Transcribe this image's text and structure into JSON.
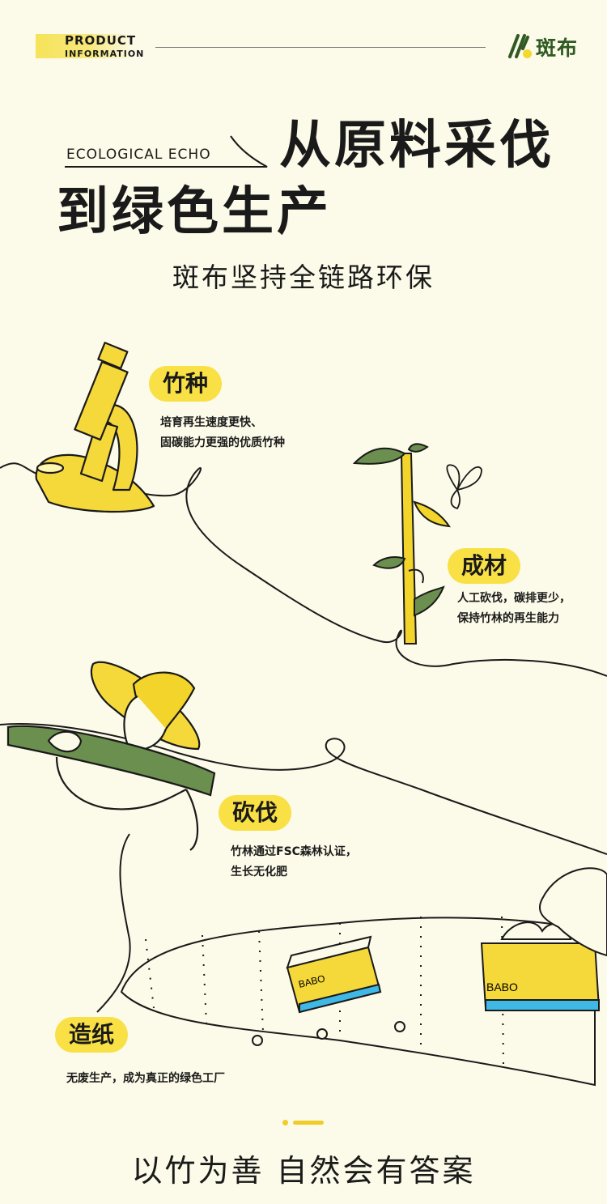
{
  "header": {
    "badge_line1": "PRODUCT",
    "badge_line2": "INFORMATION",
    "brand_name": "斑布"
  },
  "hero": {
    "eco_label": "ECOLOGICAL ECHO",
    "title_line1": "从原料采伐",
    "title_line2": "到绿色生产",
    "subtitle": "斑布坚持全链路环保"
  },
  "steps": [
    {
      "title": "竹种",
      "lines": [
        "培育再生速度更快、",
        "固碳能力更强的优质竹种"
      ]
    },
    {
      "title": "成材",
      "lines": [
        "人工砍伐，碳排更少，",
        "保持竹林的再生能力"
      ]
    },
    {
      "title": "砍伐",
      "lines": [
        "竹林通过FSC森林认证，",
        "生长无化肥"
      ]
    },
    {
      "title": "造纸",
      "lines": [
        "无废生产，成为真正的绿色工厂"
      ]
    }
  ],
  "product_labels": [
    "BABO",
    "BABO"
  ],
  "footer": {
    "slogan": "以竹为善 自然会有答案"
  },
  "colors": {
    "background": "#fcfae8",
    "accent_yellow": "#f8e045",
    "bamboo_green": "#6b8f4e",
    "brand_green": "#2f5a22",
    "conveyor_blue": "#3fb8e6"
  },
  "icons": [
    "brand-logo-icon",
    "microscope-illustration",
    "bamboo-sprout-illustration",
    "butterfly-illustration",
    "farmer-illustration",
    "conveyor-illustration",
    "tissue-box-illustration",
    "hand-illustration"
  ]
}
